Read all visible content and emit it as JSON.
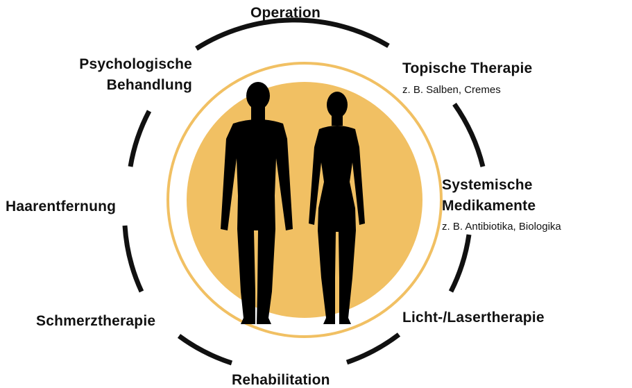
{
  "colors": {
    "ring": "#111111",
    "accent": "#f1c063",
    "silhouette": "#000000",
    "text": "#111111"
  },
  "center": {
    "figures": [
      "male-silhouette-icon",
      "female-silhouette-icon"
    ]
  },
  "treatments": {
    "top": "Operation",
    "top_left_line1": "Psychologische",
    "top_left_line2": "Behandlung",
    "top_right": "Topische Therapie",
    "top_right_sub": "z. B. Salben, Cremes",
    "left": "Haarentfernung",
    "right_line1": "Systemische",
    "right_line2": "Medikamente",
    "right_sub": "z. B. Antibiotika, Biologika",
    "bottom_left": "Schmerztherapie",
    "bottom_right": "Licht-/Lasertherapie",
    "bottom": "Rehabilitation"
  }
}
